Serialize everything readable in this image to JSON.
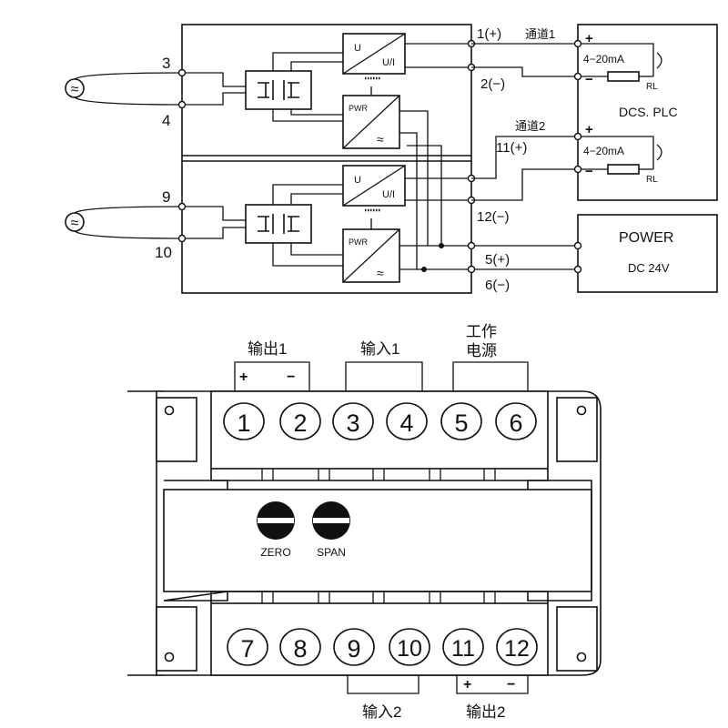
{
  "wiring": {
    "input_terminals": {
      "t3": "3",
      "t4": "4",
      "t9": "9",
      "t10": "10"
    },
    "output_terminals": {
      "t1": "1(+)",
      "t2": "2(−)",
      "t11": "11(+)",
      "t12": "12(−)",
      "t5": "5(+)",
      "t6": "6(−)"
    },
    "channel1": "通道1",
    "channel2": "通道2",
    "block_u": "U",
    "block_ui": "U/I",
    "block_pwr": "PWR",
    "block_wave": "≈",
    "ac_symbol": "≈",
    "plc": {
      "title": "DCS. PLC",
      "plus": "+",
      "minus": "−",
      "loop1": "4−20mA",
      "loop2": "4−20mA",
      "rl1": "RL",
      "rl2": "RL"
    },
    "power": {
      "title": "POWER",
      "spec": "DC  24V"
    }
  },
  "panel": {
    "top_groups": {
      "out1": "输出1",
      "out1_plus": "+",
      "out1_minus": "−",
      "in1": "输入1",
      "power_line1": "工作",
      "power_line2": "电源"
    },
    "top_terminals": [
      "1",
      "2",
      "3",
      "4",
      "5",
      "6"
    ],
    "bottom_terminals": [
      "7",
      "8",
      "9",
      "10",
      "11",
      "12"
    ],
    "zero_label": "ZERO",
    "span_label": "SPAN",
    "bottom_groups": {
      "in2": "输入2",
      "out2": "输出2",
      "out2_plus": "+",
      "out2_minus": "−"
    }
  }
}
